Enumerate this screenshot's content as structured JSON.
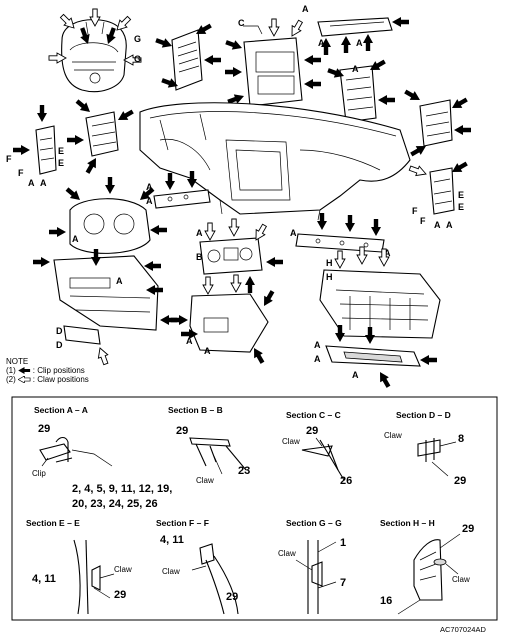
{
  "figure_code": "AC707024AD",
  "note": {
    "title": "NOTE",
    "clip_label": "(1)",
    "clip_text": ": Clip positions",
    "claw_label": "(2)",
    "claw_text": ": Claw positions"
  },
  "callouts": {
    "a": "A",
    "b": "B",
    "c": "C",
    "d": "D",
    "e": "E",
    "f": "F",
    "g": "G",
    "h": "H"
  },
  "sections": {
    "aa": {
      "title": "Section A – A",
      "num_top": "29",
      "part_label": "Clip",
      "numbers_1": "2, 4, 5, 9, 11, 12, 19,",
      "numbers_2": "20, 23, 24, 25, 26"
    },
    "bb": {
      "title": "Section B – B",
      "num_left": "29",
      "num_right": "23",
      "part_label": "Claw"
    },
    "cc": {
      "title": "Section C – C",
      "num_top": "29",
      "num_bottom": "26",
      "part_label": "Claw"
    },
    "dd": {
      "title": "Section D – D",
      "num_right": "8",
      "num_bottom": "29",
      "part_label": "Claw"
    },
    "ee": {
      "title": "Section E – E",
      "num_left": "4, 11",
      "num_right": "29",
      "part_label": "Claw"
    },
    "ff": {
      "title": "Section F – F",
      "num_top": "4, 11",
      "num_bottom": "29",
      "part_label": "Claw"
    },
    "gg": {
      "title": "Section G – G",
      "num_top": "1",
      "num_bottom": "7",
      "part_label": "Claw"
    },
    "hh": {
      "title": "Section H – H",
      "num_top": "29",
      "num_bottom": "16",
      "part_label": "Claw"
    }
  }
}
